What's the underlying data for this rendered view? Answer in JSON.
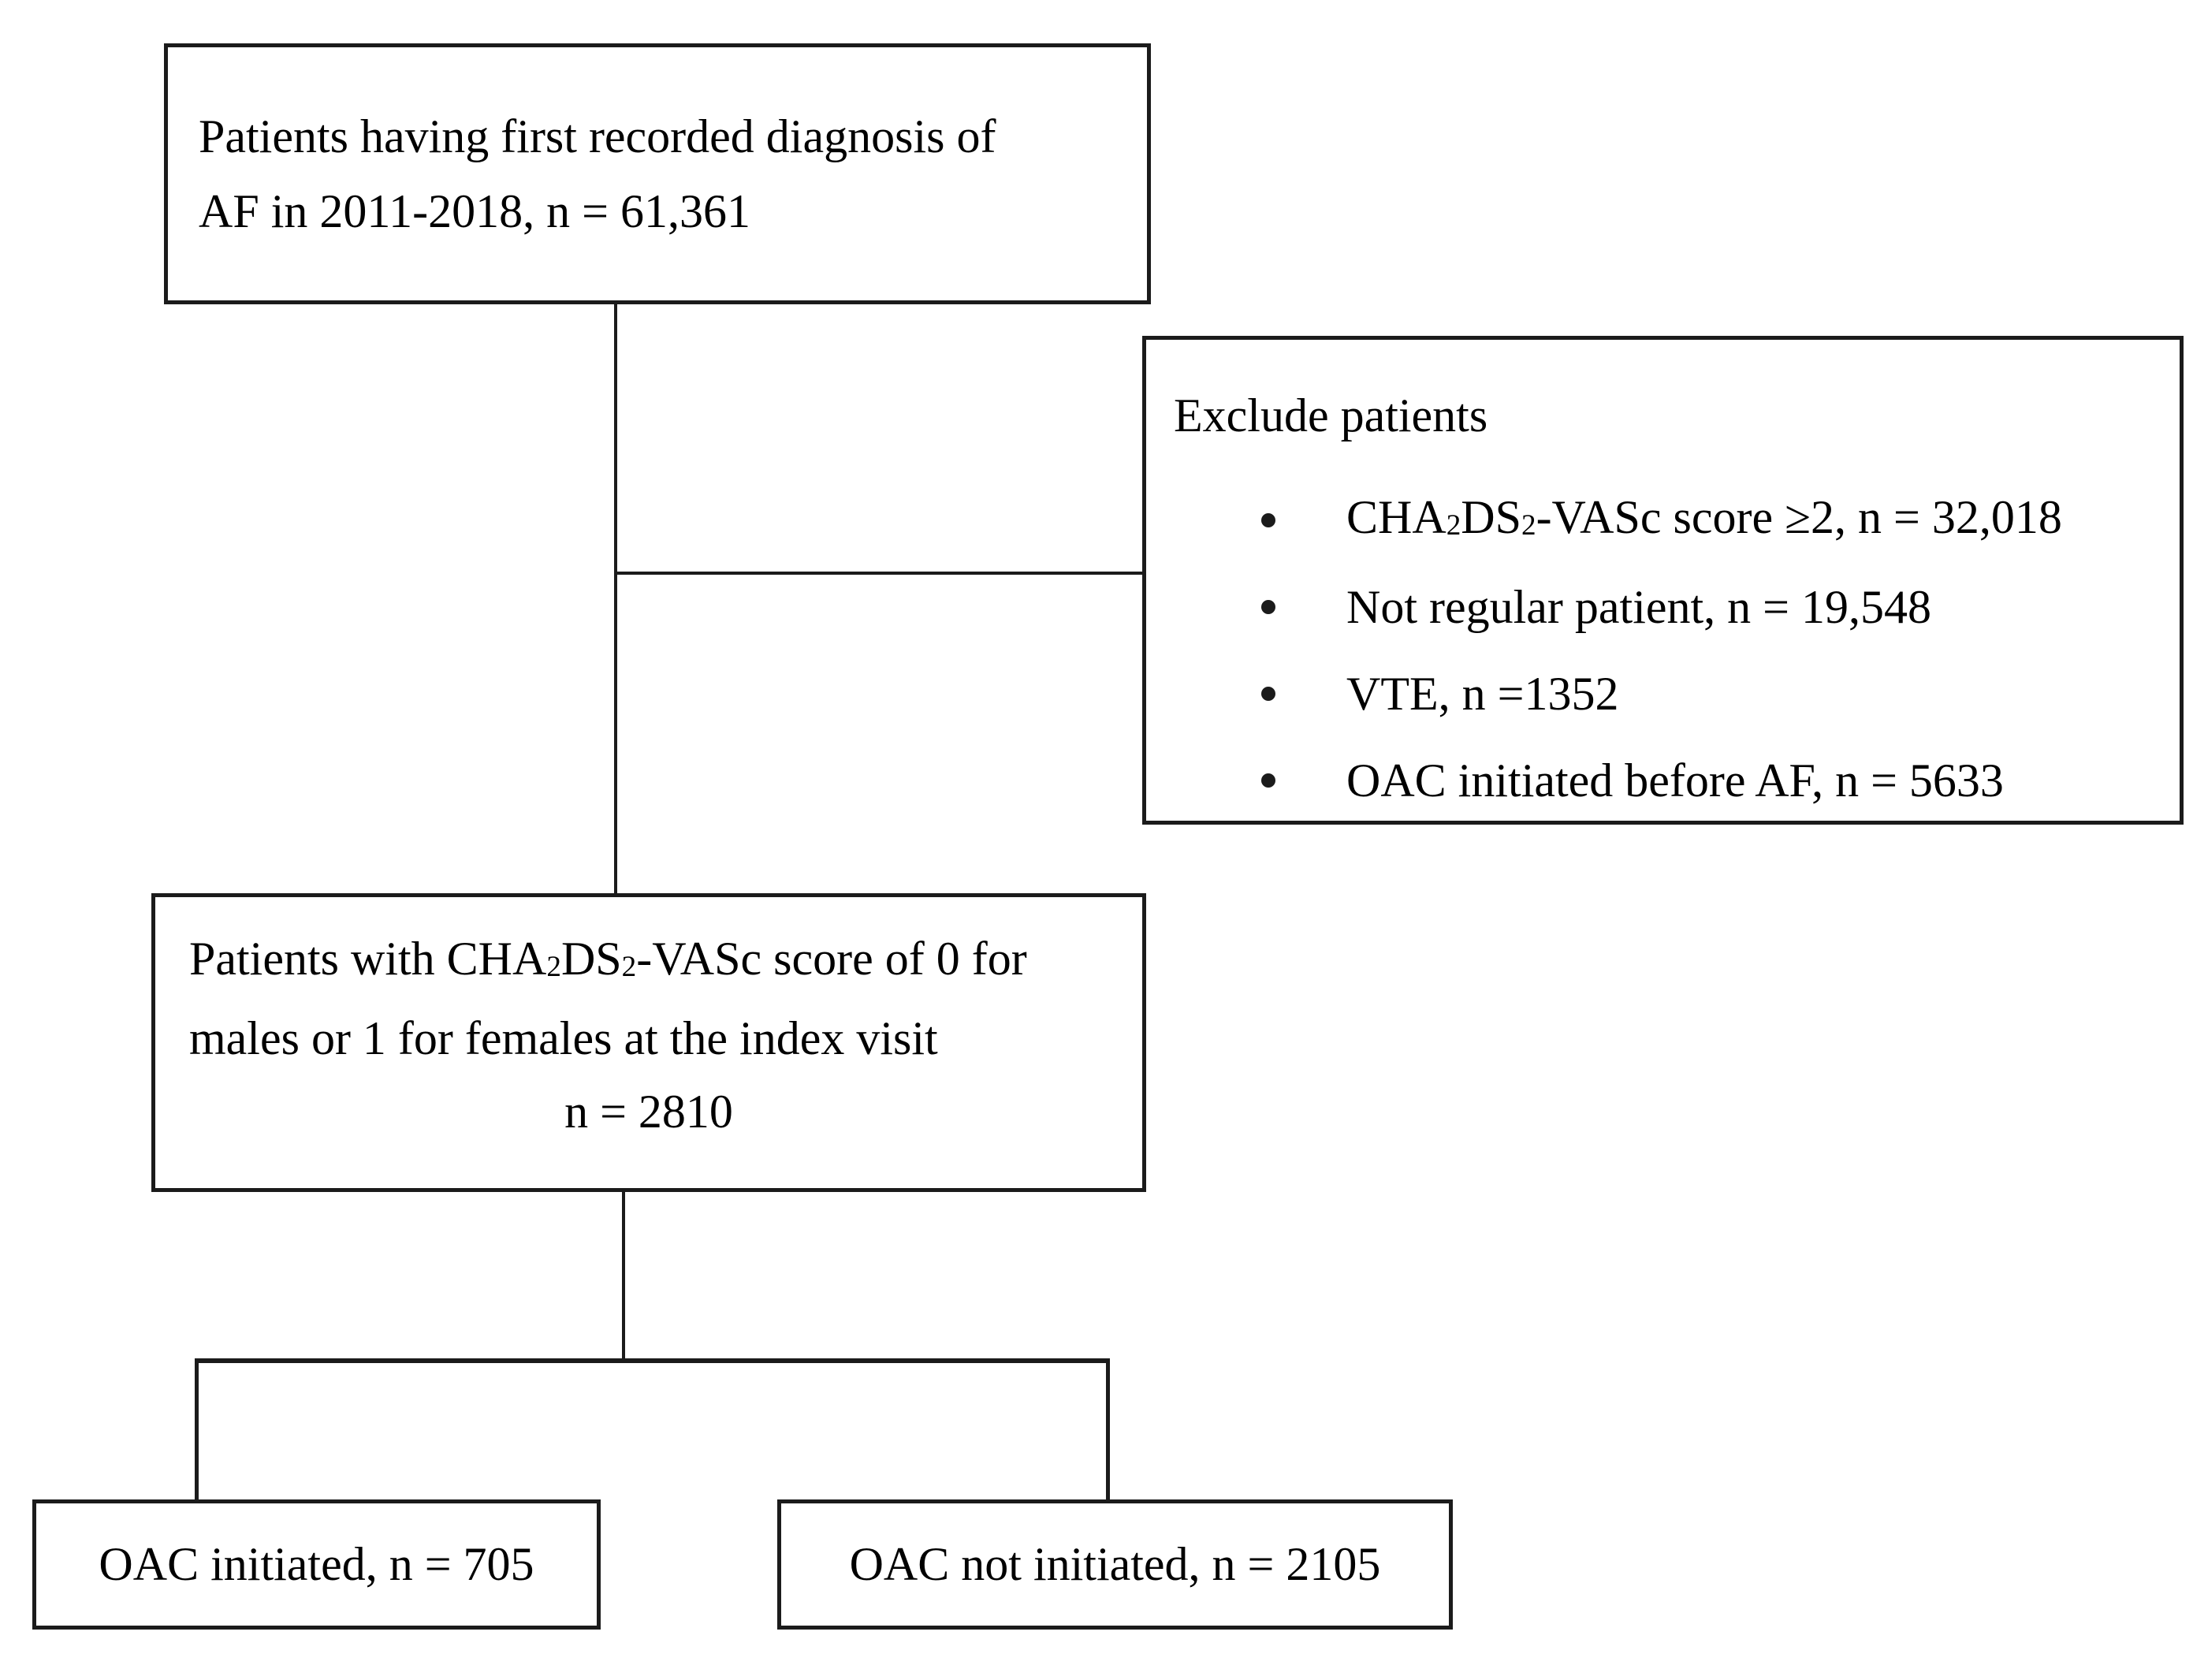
{
  "colors": {
    "background": "#ffffff",
    "line": "#1b1b1b",
    "text": "#000000"
  },
  "top_box": {
    "line1": "Patients having first recorded diagnosis of",
    "line2": "AF in 2011-2018, n = 61,361"
  },
  "exclude_box": {
    "title": "Exclude patients",
    "bullet1": {
      "t1": "CHA",
      "sub1": "2",
      "t2": "DS",
      "sub2": "2",
      "t3": "-VASc score ≥2, n = 32,018"
    },
    "bullet2": "Not regular patient, n = 19,548",
    "bullet3": "VTE, n =1352",
    "bullet4": "OAC initiated before AF, n = 5633"
  },
  "middle_box": {
    "line1": {
      "t1": "Patients with CHA",
      "sub1": "2",
      "t2": "DS",
      "sub2": "2",
      "t3": "-VASc score of 0 for"
    },
    "line2": "males or 1 for females at the index visit",
    "line3": "n = 2810"
  },
  "bottom_left_box": {
    "label": "OAC initiated, n = 705"
  },
  "bottom_right_box": {
    "label": "OAC not initiated, n = 2105"
  }
}
